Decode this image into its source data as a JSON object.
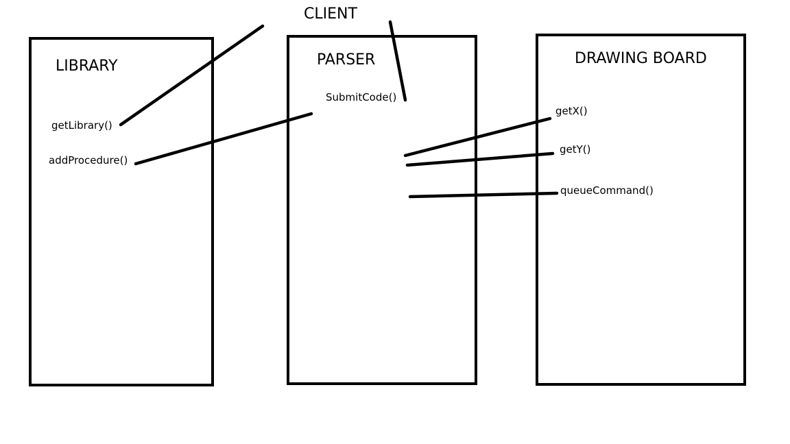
{
  "client": {
    "title": "CLIENT"
  },
  "library": {
    "title": "LIBRARY",
    "methods": [
      "getLibrary()",
      "addProcedure()"
    ]
  },
  "parser": {
    "title": "PARSER",
    "methods": [
      "SubmitCode()"
    ]
  },
  "drawing_board": {
    "title": "DRAWING BOARD",
    "methods": [
      "getX()",
      "getY()",
      "queueCommand()"
    ]
  },
  "colors": {
    "stroke": "#000000",
    "background": "#ffffff"
  }
}
